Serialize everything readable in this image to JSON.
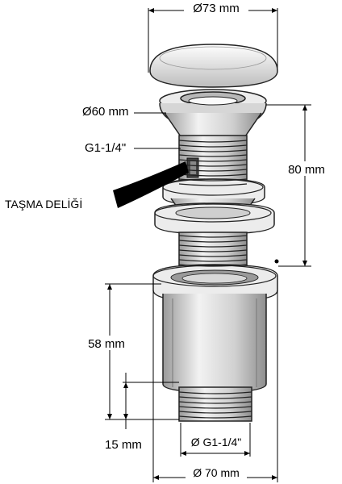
{
  "diagram": {
    "labels": {
      "cap_diameter": "Ø73 mm",
      "flange_diameter": "Ø60 mm",
      "thread_spec": "G1-1/4\"",
      "overflow_hole": "TAŞMA DELİĞİ",
      "height_upper": "80 mm",
      "height_lower": "58 mm",
      "thread_length": "15 mm",
      "bottom_thread": "Ø G1-1/4\"",
      "bottom_diameter": "Ø 70 mm"
    }
  }
}
